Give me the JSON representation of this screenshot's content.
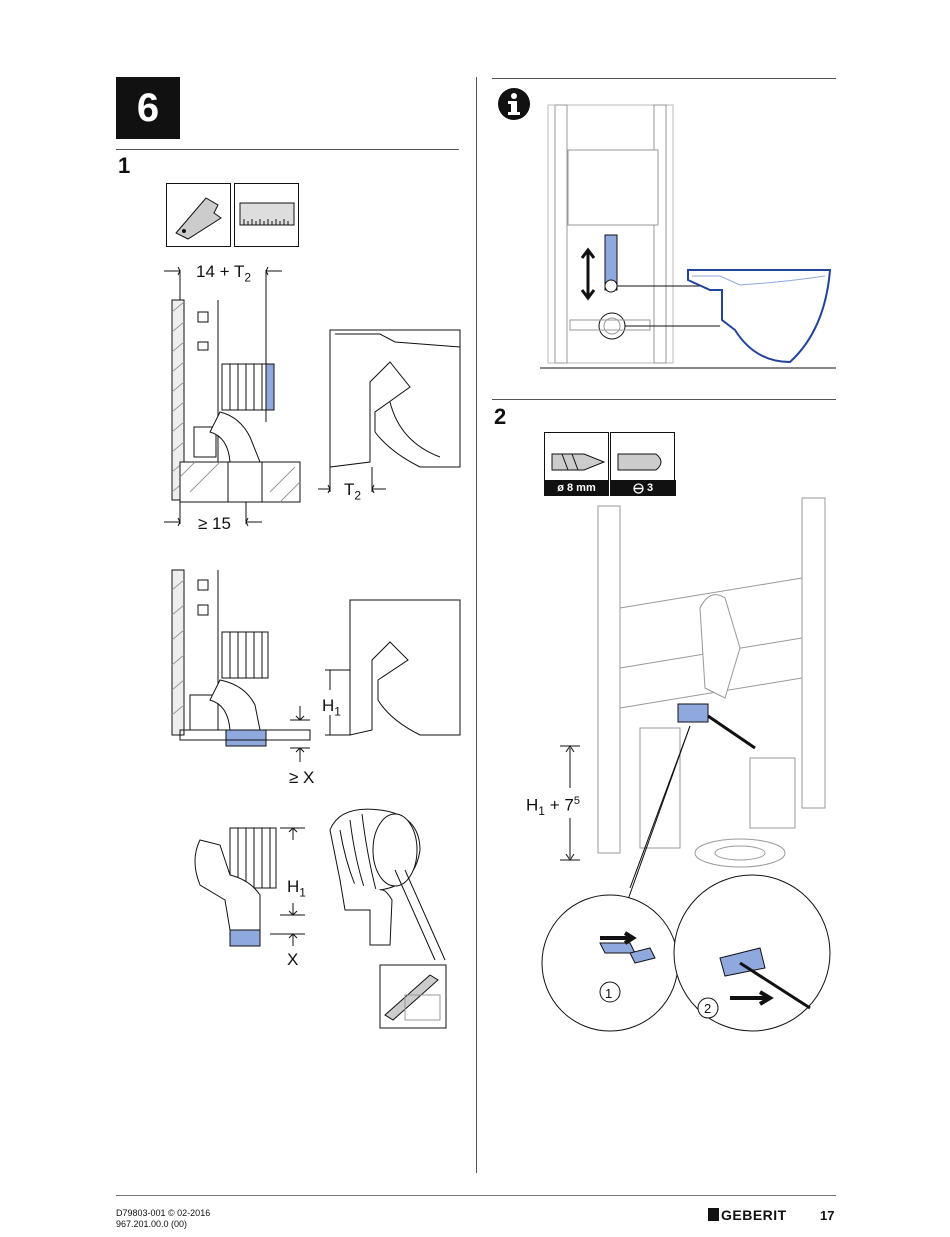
{
  "step": {
    "number": "6"
  },
  "substeps": {
    "first": "1",
    "second": "2"
  },
  "dimensions": {
    "top_width": "14 + T",
    "top_width_sub": "2",
    "t2_label": "T",
    "t2_sub": "2",
    "min15": "≥ 15",
    "h1": "H",
    "h1_sub": "1",
    "minx": "≥ X",
    "h1b": "H",
    "h1b_sub": "1",
    "x": "X",
    "h1_plus": "H",
    "h1_plus_sub": "1",
    "h1_plus_rest": " + 7",
    "h1_plus_sup": "5"
  },
  "tools": {
    "drill": "ø 8 mm",
    "screwdriver": "3"
  },
  "callouts": {
    "one": "1",
    "two": "2"
  },
  "footer": {
    "doc_id": "D79803-001 © 02-2016",
    "doc_code": "967.201.00.0 (00)",
    "brand": "GEBERIT",
    "page": "17"
  },
  "colors": {
    "accent_blue": "#8fa8de",
    "ink": "#111111",
    "wall": "#bbbbbb"
  }
}
